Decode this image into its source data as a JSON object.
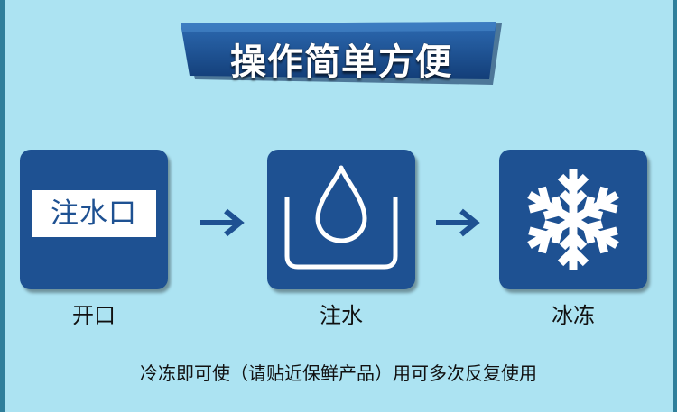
{
  "banner": {
    "title": "操作简单方便"
  },
  "steps": [
    {
      "label": "开口",
      "card_text": "注水口",
      "icon": "inlet-label"
    },
    {
      "label": "注水",
      "icon": "water-drop-icon"
    },
    {
      "label": "冰冻",
      "icon": "snowflake-icon"
    }
  ],
  "footer": {
    "note": "冷冻即可使（请贴近保鲜产品）用可多次反复使用"
  },
  "colors": {
    "background": "#ace3f2",
    "card": "#1e5192",
    "banner": "#1e5192",
    "arrow": "#1e5192",
    "edge": "#2f7f9b"
  }
}
